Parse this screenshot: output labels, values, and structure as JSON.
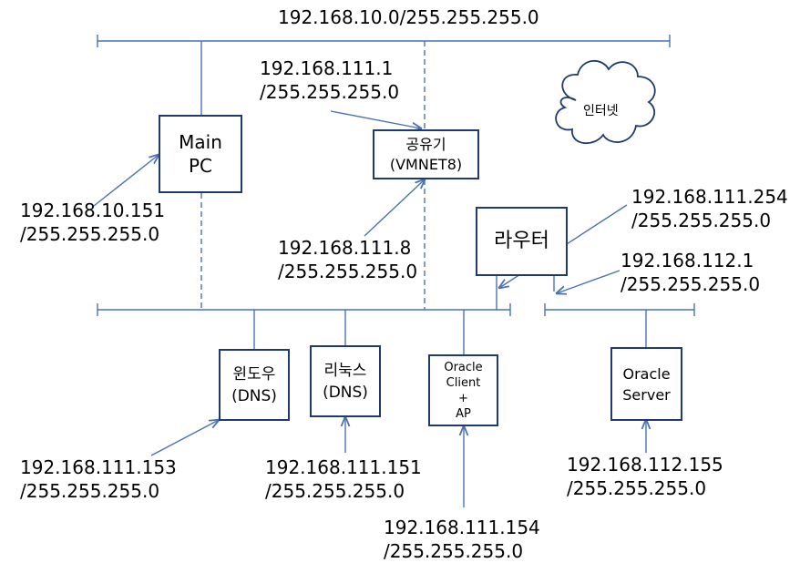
{
  "top_network": "192.168.10.0/255.255.255.0",
  "cloud_label": "인터넷",
  "nodes": {
    "main_pc": [
      "Main",
      "PC"
    ],
    "sharer": [
      "공유기",
      "(VMNET8)"
    ],
    "router": [
      "라우터"
    ],
    "windows": [
      "윈도우",
      "(DNS)"
    ],
    "linux": [
      "리눅스",
      "(DNS)"
    ],
    "oracle_client": [
      "Oracle",
      "Client",
      "+",
      "AP"
    ],
    "oracle_server": [
      "Oracle",
      "Server"
    ]
  },
  "addresses": {
    "sharer_gw": [
      "192.168.111.1",
      "/255.255.255.0"
    ],
    "main_pc": [
      "192.168.10.151",
      "/255.255.255.0"
    ],
    "sharer_vm": [
      "192.168.111.8",
      "/255.255.255.0"
    ],
    "router_left": [
      "192.168.111.254",
      "/255.255.255.0"
    ],
    "router_right": [
      "192.168.112.1",
      "/255.255.255.0"
    ],
    "windows": [
      "192.168.111.153",
      "/255.255.255.0"
    ],
    "linux": [
      "192.168.111.151",
      "/255.255.255.0"
    ],
    "oracle_client": [
      "192.168.111.154",
      "/255.255.255.0"
    ],
    "oracle_server": [
      "192.168.112.155",
      "/255.255.255.0"
    ]
  },
  "colors": {
    "line": "#4a72b0",
    "box_border": "#1f3a6b",
    "cloud_border": "#1f3a6b"
  }
}
